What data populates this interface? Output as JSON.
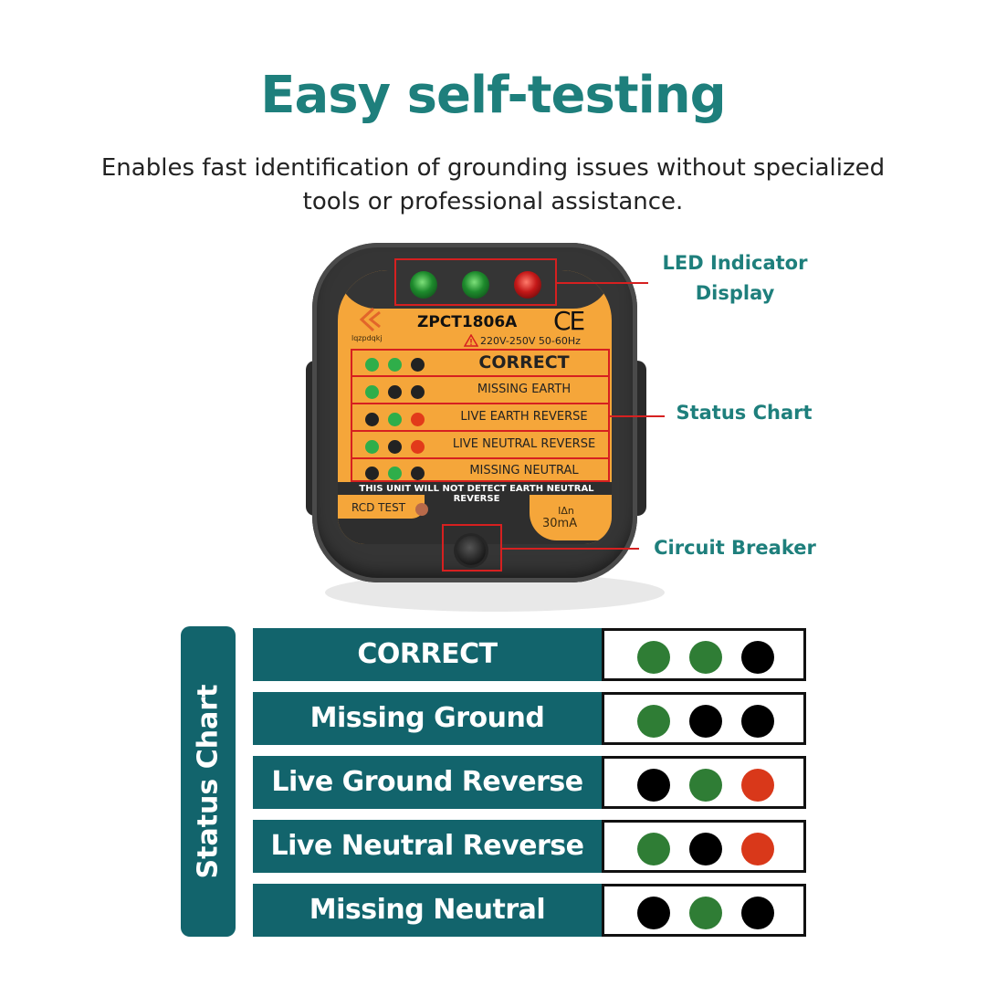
{
  "header": {
    "title": "Easy self-testing",
    "subtitle": "Enables fast identification of grounding issues without specialized tools or professional assistance."
  },
  "device": {
    "brand": "lqzpdqkj",
    "model": "ZPCT1806A",
    "ce_mark": "CE",
    "voltage": "220V-250V 50-60Hz",
    "leds": [
      "green",
      "green",
      "red"
    ],
    "chart_rows": [
      {
        "label": "CORRECT",
        "dots": [
          "green",
          "green",
          "black"
        ]
      },
      {
        "label": "MISSING EARTH",
        "dots": [
          "green",
          "black",
          "black"
        ]
      },
      {
        "label": "LIVE EARTH REVERSE",
        "dots": [
          "black",
          "green",
          "red"
        ]
      },
      {
        "label": "LIVE NEUTRAL REVERSE",
        "dots": [
          "green",
          "black",
          "red"
        ]
      },
      {
        "label": "MISSING NEUTRAL",
        "dots": [
          "black",
          "green",
          "black"
        ]
      }
    ],
    "warning": "THIS UNIT WILL NOT DETECT EARTH NEUTRAL REVERSE",
    "rcd_test": "RCD TEST",
    "ian_label": "IΔn",
    "ian_value": "30mA"
  },
  "callouts": {
    "led_line1": "LED Indicator",
    "led_line2": "Display",
    "status_chart": "Status Chart",
    "circuit_breaker": "Circuit Breaker"
  },
  "status_chart": {
    "side_label": "Status Chart",
    "rows": [
      {
        "label": "CORRECT",
        "dots": [
          "green",
          "green",
          "black"
        ]
      },
      {
        "label": "Missing Ground",
        "dots": [
          "green",
          "black",
          "black"
        ]
      },
      {
        "label": "Live Ground Reverse",
        "dots": [
          "black",
          "green",
          "red"
        ]
      },
      {
        "label": "Live Neutral Reverse",
        "dots": [
          "green",
          "black",
          "red"
        ]
      },
      {
        "label": "Missing Neutral",
        "dots": [
          "black",
          "green",
          "black"
        ]
      }
    ]
  },
  "colors": {
    "accent": "#1e7f7c",
    "panel": "#12646c",
    "led_green": "#2f7d35",
    "led_red": "#d9381a",
    "callout_red": "#d62020"
  }
}
